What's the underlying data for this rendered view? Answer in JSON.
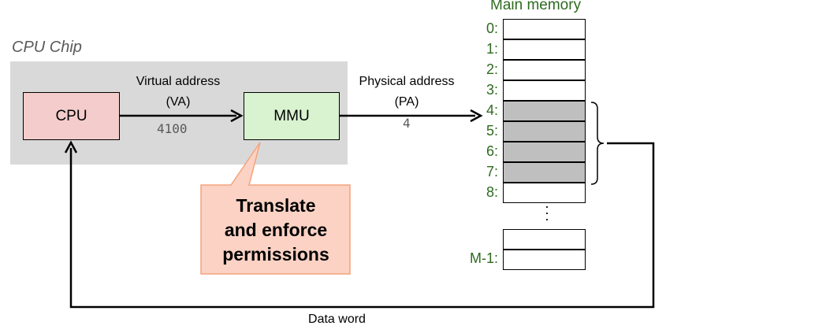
{
  "chip": {
    "label": "CPU Chip"
  },
  "cpu": {
    "label": "CPU"
  },
  "mmu": {
    "label": "MMU"
  },
  "virtual": {
    "line1": "Virtual address",
    "line2": "(VA)",
    "value": "4100"
  },
  "physical": {
    "line1": "Physical address",
    "line2": "(PA)",
    "value": "4"
  },
  "callout": {
    "line1": "Translate",
    "line2": "and enforce",
    "line3": "permissions"
  },
  "memory": {
    "title": "Main memory",
    "addresses": [
      "0:",
      "1:",
      "2:",
      "3:",
      "4:",
      "5:",
      "6:",
      "7:",
      "8:"
    ],
    "shaded": [
      false,
      false,
      false,
      false,
      true,
      true,
      true,
      true,
      false
    ],
    "last_address": "M-1:"
  },
  "data_word": {
    "label": "Data word"
  },
  "colors": {
    "chip_bg": "#d9d9d9",
    "cpu_fill": "#f4cccc",
    "mmu_fill": "#d9f2d0",
    "callout_fill": "#fbd2c4",
    "callout_border": "#f4a37c",
    "mem_label": "#2e6b1f",
    "shaded_cell": "#bfbfbf"
  }
}
